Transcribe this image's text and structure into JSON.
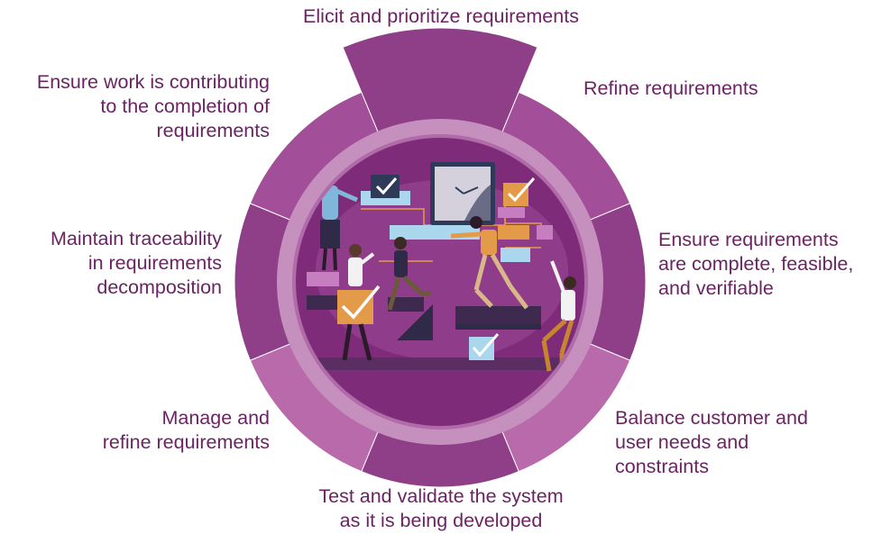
{
  "colors": {
    "ring_dark": "#8e3f88",
    "ring_mid": "#a24e98",
    "ring_light": "#b86aab",
    "inner_ring": "#c590bd",
    "scene_bg": "#7e2c79",
    "label_text": "#6b2463",
    "accent_orange": "#e39b4a",
    "accent_blue": "#aad6ee",
    "navy": "#2e3a58"
  },
  "labels": {
    "top": "Elicit and prioritize requirements",
    "top_right": "Refine requirements",
    "right": "Ensure requirements\nare complete, feasible,\nand verifiable",
    "bottom_right": "Balance customer and\nuser needs and\nconstraints",
    "bottom": "Test and validate the system\nas it is being developed",
    "bottom_left": "Manage and\nrefine requirements",
    "left": "Maintain traceability\nin requirements\ndecomposition",
    "top_left": "Ensure work is contributing\nto the completion of\nrequirements"
  },
  "icons": {
    "clock": "clock-icon",
    "checkmark": "checkmark-icon"
  }
}
